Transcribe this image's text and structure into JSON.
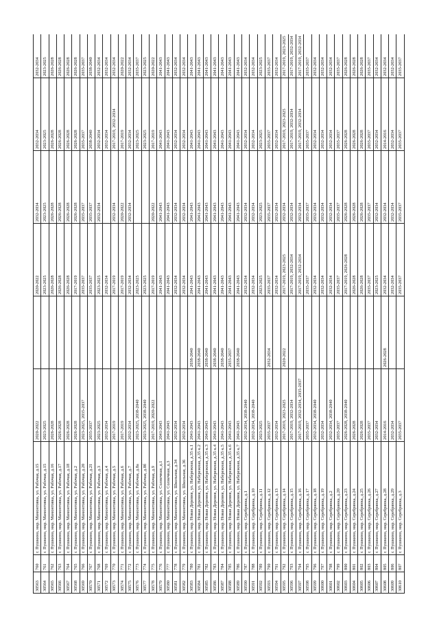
{
  "rows": [
    [
      "30563",
      "760",
      "г. Пушкино, мкр. Мамонтовка, ул. Рабочая, д.15",
      "2020-2022",
      "",
      "2020-2022",
      "2032-2034",
      "2032-2034",
      "2032-2034"
    ],
    [
      "30564",
      "761",
      "г. Пушкино, мкр. Мамонтовка, ул. Рабочая, д.15",
      "2023-2025",
      "",
      "2023-2025",
      "2023-2025",
      "2023-2025",
      "2023-2025"
    ],
    [
      "30565",
      "762",
      "г. Пушкино, мкр. Мамонтовка, ул. Рабочая, д.16",
      "2026-2028",
      "",
      "2026-2028",
      "2026-2028",
      "2026-2028",
      "2026-2028"
    ],
    [
      "30566",
      "763",
      "г. Пушкино, мкр. Мамонтовка, ул. Рабочая, д.17",
      "2026-2028",
      "",
      "2026-2028",
      "2026-2028",
      "2026-2028",
      "2026-2028"
    ],
    [
      "30567",
      "764",
      "г. Пушкино, мкр. Мамонтовка, ул. Рабочая, д.18",
      "2026-2028",
      "",
      "2026-2028",
      "2026-2028",
      "2026-2028",
      "2026-2028"
    ],
    [
      "30568",
      "765",
      "г. Пушкино, мкр. Мамонтовка, ул. Рабочая, д.2",
      "2026-2028",
      "",
      "2017-2019",
      "2026-2028",
      "2026-2028",
      "2026-2028"
    ],
    [
      "30569",
      "766",
      "г. Пушкино, мкр. Мамонтовка, ул. Рабочая, д.20",
      "2023-2025, 2035-2037",
      "",
      "2035-2037",
      "2035-2037",
      "2035-2037",
      "2035-2037"
    ],
    [
      "30570",
      "767",
      "г. Пушкино, мкр. Мамонтовка, ул. Рабочая, д.21",
      "2035-2037",
      "",
      "2035-2037",
      "2035-2037",
      "2038-2040",
      "2038-2040"
    ],
    [
      "30571",
      "768",
      "г. Пушкино, мкр. Мамонтовка, ул. Рабочая, д.3",
      "2023-2025",
      "",
      "2023-2025",
      "2032-2034",
      "2032-2034",
      "2032-2034"
    ],
    [
      "30572",
      "769",
      "г. Пушкино, мкр. Мамонтовка, ул. Рабочая, д.4",
      "2032-2034",
      "",
      "2032-2034",
      "",
      "2032-2034",
      "2032-2034"
    ],
    [
      "30573",
      "770",
      "г. Пушкино, мкр. Мамонтовка, ул. Рабочая, д.5",
      "2017-2019",
      "",
      "2017-2019",
      "2032-2034",
      "2017-2019, 2032-2034",
      "2032-2034"
    ],
    [
      "30574",
      "771",
      "г. Пушкино, мкр. Мамонтовка, ул. Рабочая, д.6",
      "2017-2019",
      "",
      "2017-2019",
      "2020-2022",
      "2017-2019",
      "2020-2022"
    ],
    [
      "30575",
      "772",
      "г. Пушкино, мкр. Мамонтовка, ул. Рабочая, д.7",
      "2032-2034",
      "",
      "2032-2034",
      "2032-2034",
      "2032-2034",
      "2032-2034"
    ],
    [
      "30576",
      "773",
      "г. Пушкино, мкр. Мамонтовка, ул. Рабочая, д.8а",
      "2023-2025, 2038-2040",
      "",
      "2023-2025",
      "",
      "2023-2025",
      "2035-2037"
    ],
    [
      "30577",
      "774",
      "г. Пушкино, мкр. Мамонтовка, ул. Рабочая, д.8б",
      "2023-2025, 2038-2040",
      "",
      "2023-2025",
      "",
      "2023-2025",
      "2023-2025"
    ],
    [
      "30578",
      "775",
      "г. Пушкино, мкр. Мамонтовка, ул. Рабочая, д.9",
      "2017-2019, 2020-2022",
      "",
      "2017-2019",
      "2020-2022",
      "2017-2019",
      "2020-2022"
    ],
    [
      "30579",
      "776",
      "г. Пушкино, мкр. Мамонтовка, ул. Солнечная, д.1",
      "2041-2043",
      "",
      "2041-2043",
      "2041-2043",
      "2041-2043",
      "2041-2043"
    ],
    [
      "30580",
      "777",
      "г. Пушкино, мкр. Мамонтовка, ул. Солнечная, д.3",
      "2041-2043",
      "",
      "2041-2043",
      "2041-2043",
      "2041-2043",
      "2041-2043"
    ],
    [
      "30581",
      "778",
      "г. Пушкино, мкр. Мамонтовка, ул. Школьная, д.34",
      "2032-2034",
      "",
      "2032-2034",
      "2032-2034",
      "2032-2034",
      "2032-2034"
    ],
    [
      "30582",
      "779",
      "г. Пушкино, мкр. Мамонтовка, ул. Школьная, д.36",
      "2032-2034",
      "",
      "2032-2034",
      "2032-2034",
      "2032-2034",
      "2032-2034"
    ],
    [
      "30583",
      "780",
      "г. Пушкино, мкр. Новая Деревня, ул. Набережная, д.35 к.1",
      "2041-2043",
      "2038-2040",
      "2041-2043",
      "2041-2043",
      "2041-2043",
      "2041-2043"
    ],
    [
      "30584",
      "781",
      "г. Пушкино, мкр. Новая Деревня, ул. Набережная, д.35 к.2",
      "2041-2043",
      "2038-2040",
      "2041-2043",
      "2041-2043",
      "2041-2043",
      "2041-2043"
    ],
    [
      "30585",
      "782",
      "г. Пушкино, мкр. Новая Деревня, ул. Набережная, д.35 к.3",
      "2041-2043",
      "2038-2040",
      "2041-2043",
      "2041-2043",
      "2041-2043",
      "2041-2043"
    ],
    [
      "30586",
      "783",
      "г. Пушкино, мкр. Новая Деревня, ул. Набережная, д.35 к.4",
      "2041-2043",
      "2038-2040",
      "2041-2043",
      "2041-2043",
      "2041-2043",
      "2041-2043"
    ],
    [
      "30587",
      "784",
      "г. Пушкино, мкр. Новая Деревня, ул. Набережная, д.35 к.5",
      "2041-2043",
      "2038-2040",
      "2041-2043",
      "2041-2043",
      "2041-2043",
      "2041-2043"
    ],
    [
      "30588",
      "785",
      "г. Пушкино, мкр. Новая Деревня, ул. Набережная, д.35 к.6",
      "2041-2043",
      "2035-2037",
      "2041-2043",
      "2041-2043",
      "2041-2043",
      "2041-2043"
    ],
    [
      "30589",
      "786",
      "г. Пушкино, мкр. Новая Деревня, ул. Набережная, д.35 к.7",
      "2041-2043",
      "2038-2040",
      "2041-2043",
      "2041-2043",
      "2041-2043",
      "2041-2043"
    ],
    [
      "30590",
      "787",
      "г. Пушкино, мкр. Серебрянка, д.1",
      "2032-2034, 2038-2040",
      "",
      "2032-2034",
      "2032-2034",
      "2032-2034",
      "2032-2034"
    ],
    [
      "30591",
      "788",
      "г. Пушкино, мкр. Серебрянка, д.10",
      "2032-2034, 2038-2040",
      "",
      "2032-2034",
      "2032-2034",
      "2032-2034",
      "2032-2034"
    ],
    [
      "30592",
      "789",
      "г. Пушкино, мкр. Серебрянка, д.11",
      "2023-2025",
      "",
      "2023-2025",
      "2023-2025",
      "2023-2025",
      "2023-2025"
    ],
    [
      "30593",
      "790",
      "г. Пушкино, мкр. Серебрянка, д.12",
      "2035-2037",
      "2032-2034",
      "2035-2037",
      "2035-2037",
      "2035-2037",
      "2035-2037"
    ],
    [
      "30594",
      "791",
      "г. Пушкино, мкр. Серебрянка, д.13",
      "2032-2034",
      "",
      "2032-2034",
      "2032-2034",
      "2032-2034",
      "2032-2034"
    ],
    [
      "30595",
      "792",
      "г. Пушкино, мкр. Серебрянка, д.14",
      "2017-2019, 2023-2025",
      "2020-2022",
      "2017-2019, 2023-2025",
      "2032-2034",
      "2017-2019, 2023-2025",
      "2017-2019, 2023-2025"
    ],
    [
      "30596",
      "793",
      "г. Пушкино, мкр. Серебрянка, д.15",
      "2017-2019, 2032-2034",
      "",
      "2017-2019, 2032-2034",
      "2032-2034",
      "2017-2019, 2032-2034",
      "2017-2019, 2032-2034"
    ],
    [
      "30597",
      "794",
      "г. Пушкино, мкр. Серебрянка, д.16",
      "2017-2019, 2032-2034, 2035-2037",
      "",
      "2017-2019, 2032-2034",
      "2032-2034",
      "2017-2019, 2032-2034",
      "2017-2019, 2032-2034"
    ],
    [
      "30598",
      "795",
      "г. Пушкино, мкр. Серебрянка, д.17",
      "2035-2037",
      "",
      "2035-2037",
      "2035-2037",
      "2035-2037",
      "2035-2037"
    ],
    [
      "30599",
      "796",
      "г. Пушкино, мкр. Серебрянка, д.18",
      "2032-2034, 2038-2040",
      "",
      "2032-2034",
      "2032-2034",
      "2032-2034",
      "2032-2034"
    ],
    [
      "30600",
      "797",
      "г. Пушкино, мкр. Серебрянка, д.19",
      "2032-2034",
      "",
      "2032-2034",
      "2032-2034",
      "2032-2034",
      "2032-2034"
    ],
    [
      "30601",
      "798",
      "г. Пушкино, мкр. Серебрянка, д.2",
      "2032-2034, 2038-2040",
      "",
      "2032-2034",
      "2032-2034",
      "2032-2034",
      "2032-2034"
    ],
    [
      "30602",
      "799",
      "г. Пушкино, мкр. Серебрянка, д.20",
      "2035-2037",
      "",
      "2035-2037",
      "2035-2037",
      "2035-2037",
      "2035-2037"
    ],
    [
      "30603",
      "800",
      "г. Пушкино, мкр. Серебрянка, д.23",
      "2026-2028, 2038-2040",
      "",
      "2017-2019, 2026-2028",
      "2026-2028",
      "2026-2028",
      "2026-2028"
    ],
    [
      "30604",
      "801",
      "г. Пушкино, мкр. Серебрянка, д.24",
      "2026-2028",
      "",
      "2026-2028",
      "2026-2028",
      "2026-2028",
      "2026-2028"
    ],
    [
      "30605",
      "802",
      "г. Пушкино, мкр. Серебрянка, д.25",
      "2026-2028",
      "",
      "2026-2028",
      "2026-2028",
      "2026-2028",
      "2026-2028"
    ],
    [
      "30606",
      "803",
      "г. Пушкино, мкр. Серебрянка, д.26",
      "2035-2037",
      "",
      "2035-2037",
      "2035-2037",
      "2035-2037",
      "2035-2037"
    ],
    [
      "30607",
      "804",
      "г. Пушкино, мкр. Серебрянка, д.27",
      "2032-2034",
      "",
      "2023-2025",
      "2032-2034",
      "2032-2034",
      "2032-2034"
    ],
    [
      "30608",
      "805",
      "г. Пушкино, мкр. Серебрянка, д.28",
      "2014-2016",
      "2026-2028",
      "2032-2034",
      "2032-2034",
      "2014-2016",
      "2032-2034"
    ],
    [
      "30609",
      "806",
      "г. Пушкино, мкр. Серебрянка, д.29",
      "2032-2034",
      "",
      "2032-2034",
      "2032-2034",
      "2032-2034",
      "2032-2034"
    ],
    [
      "30610",
      "807",
      "г. Пушкино, мкр. Серебрянка, д.3",
      "2035-2037",
      "",
      "2035-2037",
      "2035-2037",
      "2035-2037",
      "2035-2037"
    ]
  ]
}
